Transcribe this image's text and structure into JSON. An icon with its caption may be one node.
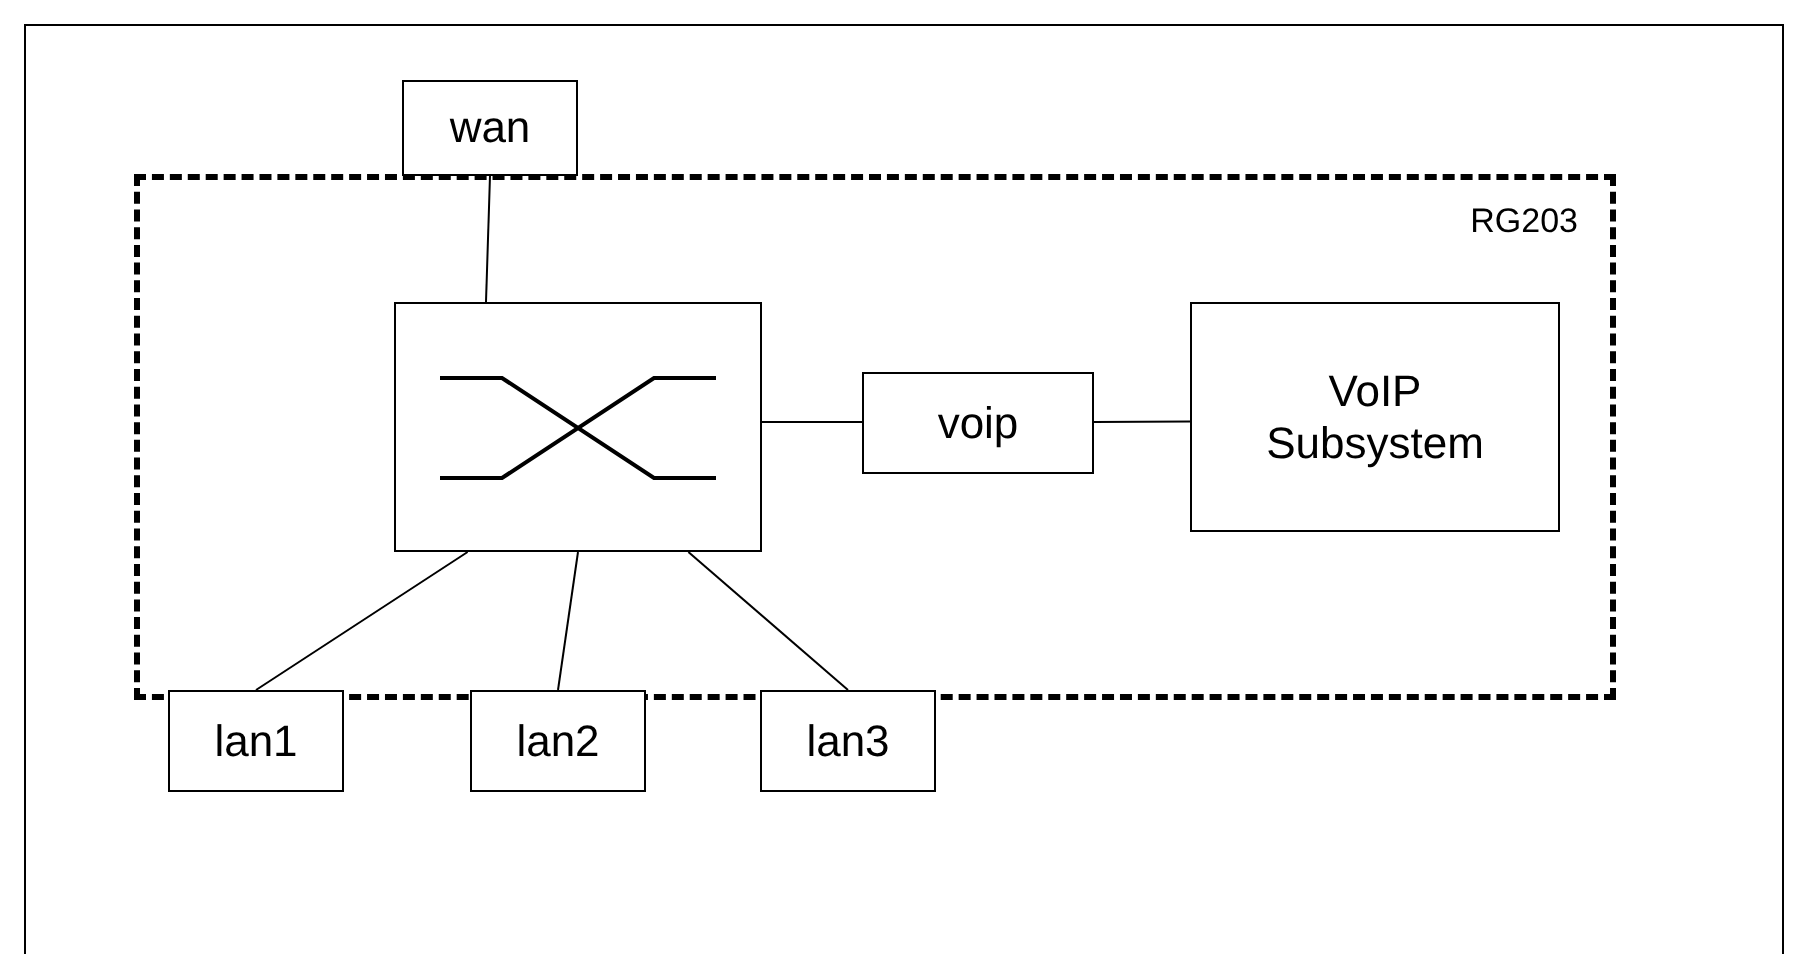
{
  "diagram": {
    "nodes": [
      {
        "text": [
          "wan"
        ]
      },
      {
        "text": [
          "RG203"
        ]
      },
      {
        "text": [],
        "shape": "box",
        "in": 1
      },
      {
        "text": [
          "voip"
        ],
        "in": 1
      },
      {
        "text": [
          "VoIP Subsystem"
        ],
        "in": 1
      },
      {
        "text": [
          "lan1"
        ]
      },
      {
        "text": [
          "lan2"
        ]
      },
      {
        "text": [
          "lan3"
        ]
      }
    ],
    "edges": [
      {
        "from": 0,
        "to": 2,
        "arrow": "none"
      },
      {
        "from": 2,
        "to": 3,
        "arrow": "none"
      },
      {
        "from": 3,
        "to": 4,
        "arrow": "none"
      },
      {
        "from": 2,
        "to": 5,
        "arrow": "none"
      },
      {
        "from": 2,
        "to": 6,
        "arrow": "none"
      },
      {
        "from": 2,
        "to": 7,
        "arrow": "none"
      }
    ]
  }
}
